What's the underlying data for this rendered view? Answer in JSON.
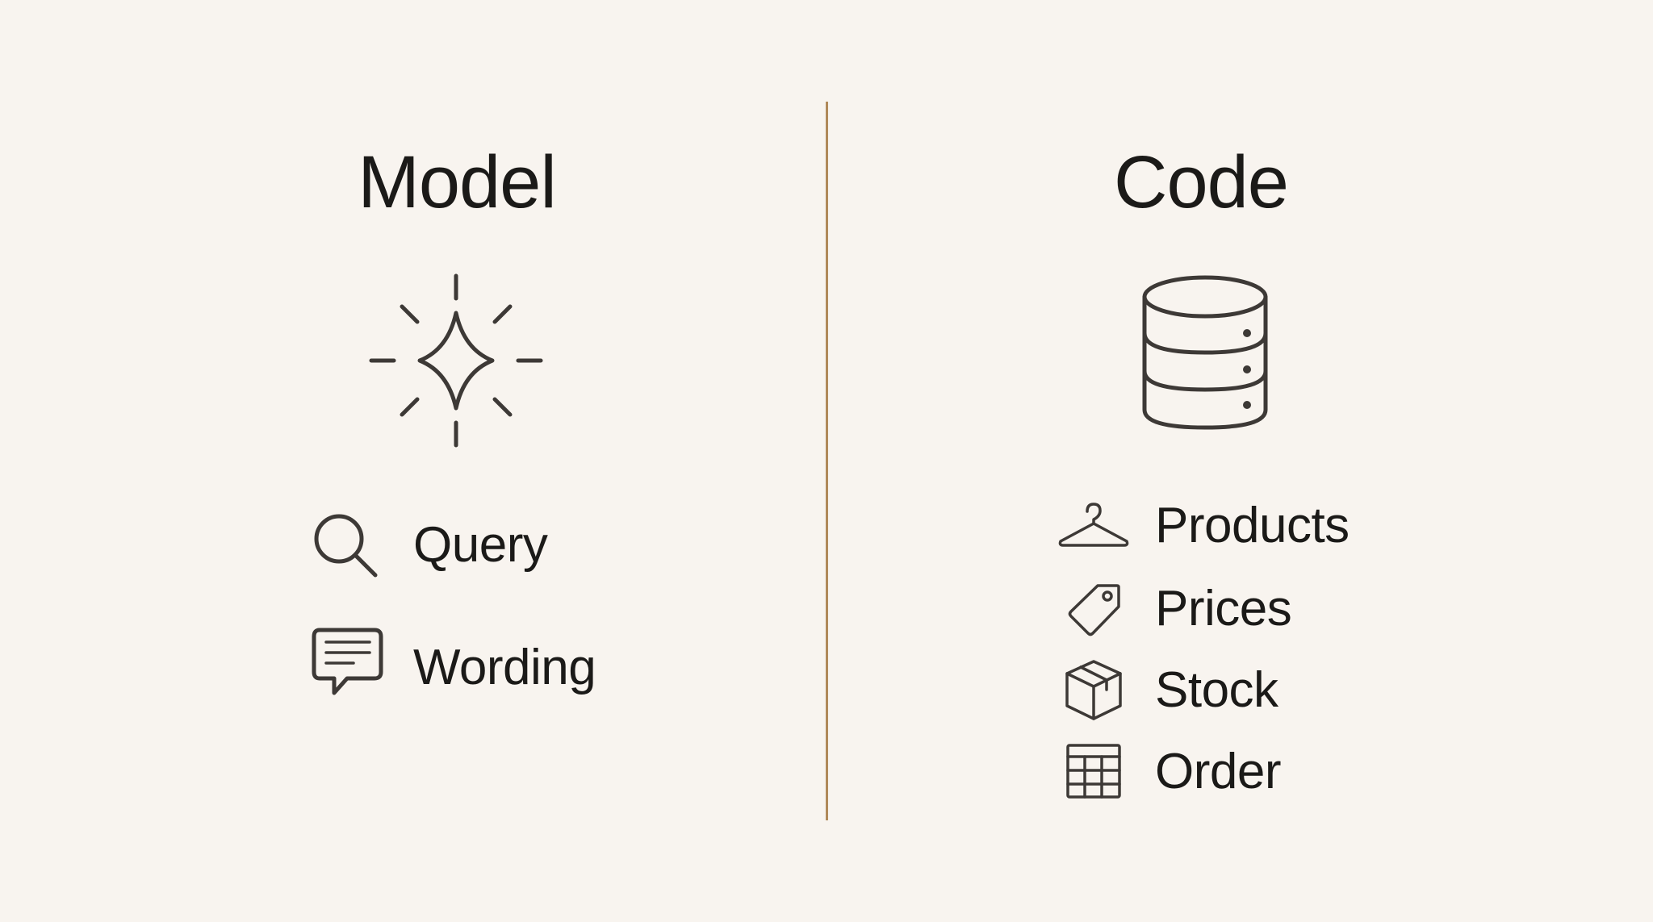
{
  "left": {
    "title": "Model",
    "main_icon": "sparkle-icon",
    "items": [
      {
        "label": "Query",
        "icon": "search-icon"
      },
      {
        "label": "Wording",
        "icon": "chat-bubble-icon"
      }
    ]
  },
  "right": {
    "title": "Code",
    "main_icon": "database-icon",
    "items": [
      {
        "label": "Products",
        "icon": "hanger-icon"
      },
      {
        "label": "Prices",
        "icon": "price-tag-icon"
      },
      {
        "label": "Stock",
        "icon": "box-icon"
      },
      {
        "label": "Order",
        "icon": "table-icon"
      }
    ]
  },
  "colors": {
    "background": "#f8f4ef",
    "divider": "#b08a5a",
    "text": "#1b1a18",
    "icon": "#3d3936"
  }
}
